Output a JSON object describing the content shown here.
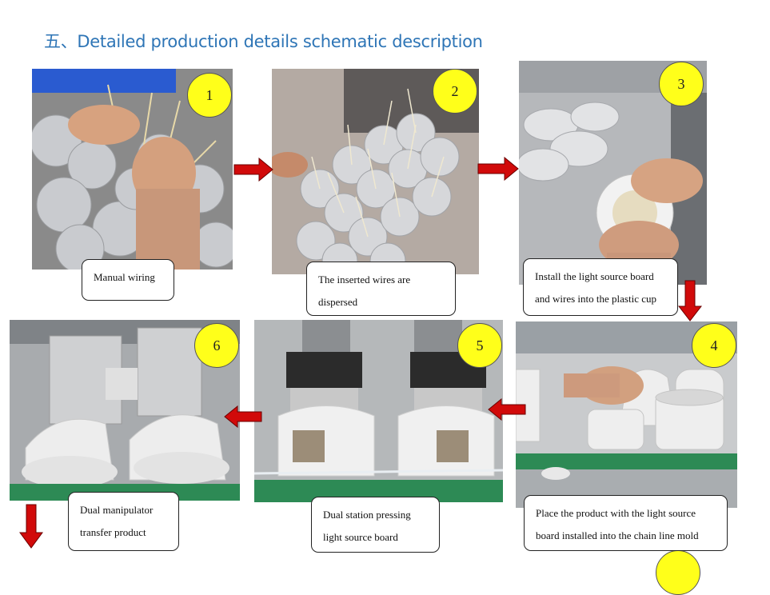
{
  "title": "五、Detailed production details schematic description",
  "steps": [
    {
      "number": "1",
      "caption_lines": [
        "Manual wiring"
      ]
    },
    {
      "number": "2",
      "caption_lines": [
        "The inserted wires are",
        "dispersed"
      ]
    },
    {
      "number": "3",
      "caption_lines": [
        "Install the light source board",
        "and wires into the plastic cup"
      ]
    },
    {
      "number": "4",
      "caption_lines": [
        "Place the product with the light source",
        "board installed into the chain line mold"
      ]
    },
    {
      "number": "5",
      "caption_lines": [
        "Dual station pressing",
        "light source board"
      ]
    },
    {
      "number": "6",
      "caption_lines": [
        "Dual manipulator",
        "transfer product"
      ]
    }
  ],
  "colors": {
    "title": "#2e75b6",
    "badge": "#ffff1a",
    "arrow": "#d10a0a"
  }
}
